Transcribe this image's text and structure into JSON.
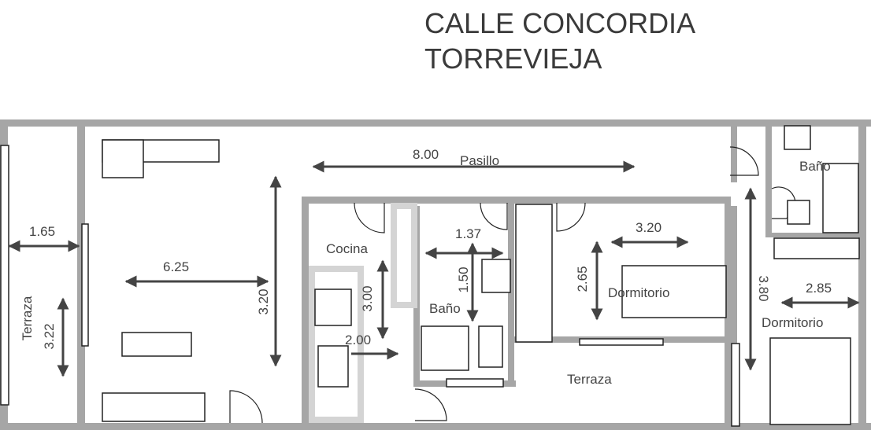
{
  "title": {
    "line1": "CALLE CONCORDIA",
    "line2": "TORREVIEJA"
  },
  "rooms": {
    "terraza_left": "Terraza",
    "pasillo": "Pasillo",
    "cocina": "Cocina",
    "bano_center": "Baño",
    "dormitorio_center": "Dormitorio",
    "terraza_bottom": "Terraza",
    "bano_right": "Baño",
    "dormitorio_right": "Dormitorio"
  },
  "dimensions": {
    "terraza_width": "1.65",
    "terraza_length": "3.22",
    "salon_width": "6.25",
    "salon_length": "3.20",
    "pasillo_length": "8.00",
    "cocina_length": "3.00",
    "cocina_width": "2.00",
    "bano_width": "1.37",
    "bano_length": "1.50",
    "dormitorio_width": "3.20",
    "dormitorio_length": "2.65",
    "dormitorio_right_length": "3.80",
    "dormitorio_right_width": "2.85"
  }
}
